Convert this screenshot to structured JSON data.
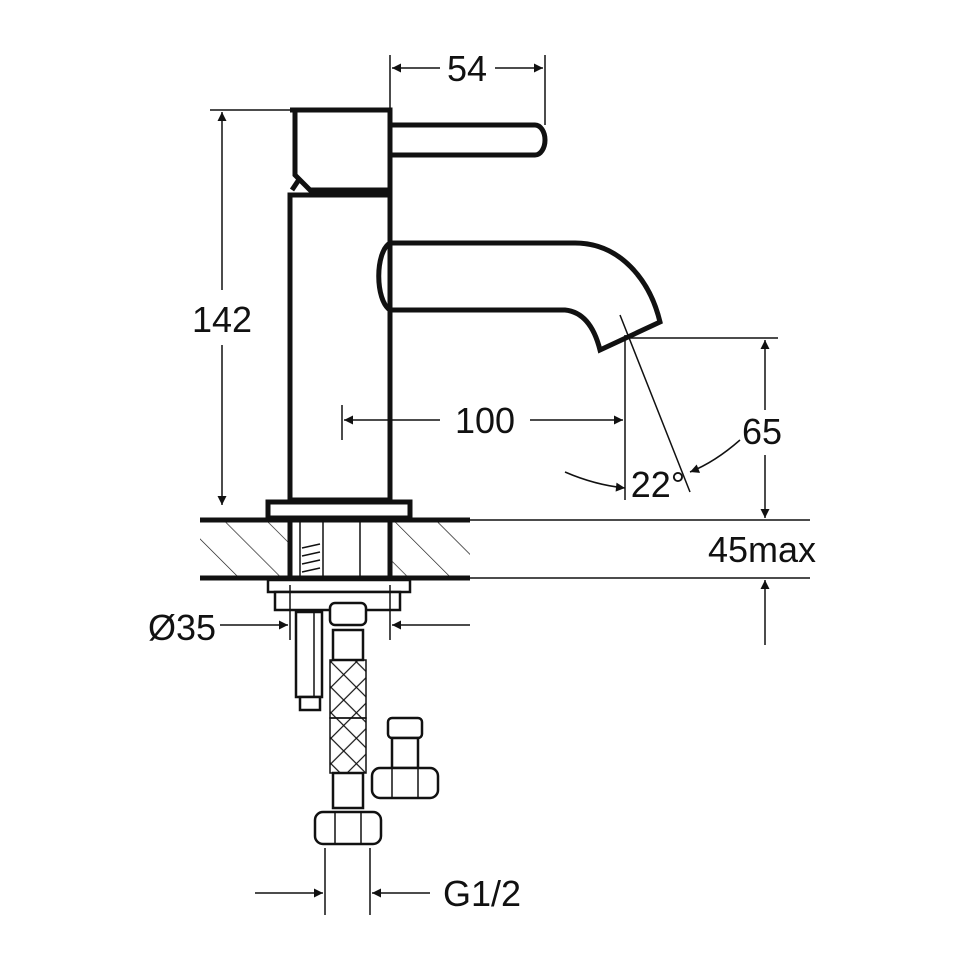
{
  "dimensions": {
    "lever_reach": "54",
    "height": "142",
    "spout_reach": "100",
    "spout_clearance": "65",
    "spout_angle": "22°",
    "max_counter_thickness": "45max",
    "hole_diameter": "Ø35",
    "connection_thread": "G1/2"
  }
}
